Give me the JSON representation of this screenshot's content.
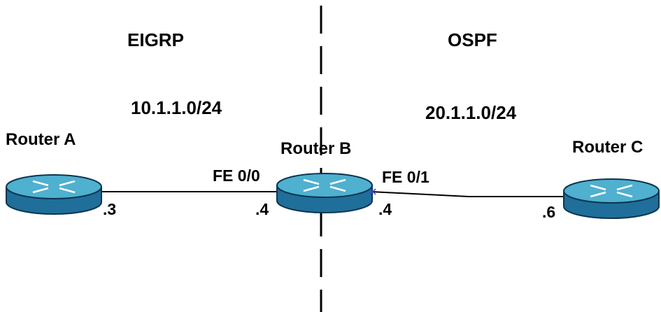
{
  "protocols": {
    "left": "EIGRP",
    "right": "OSPF"
  },
  "subnets": {
    "left": "10.1.1.0/24",
    "right": "20.1.1.0/24"
  },
  "routers": {
    "a": {
      "name": "Router A",
      "ip_suffix": ".3"
    },
    "b": {
      "name": "Router B",
      "left_interface": "FE 0/0",
      "left_ip_suffix": ".4",
      "right_interface": "FE 0/1",
      "right_ip_suffix": ".4"
    },
    "c": {
      "name": "Router C",
      "ip_suffix": ".6"
    }
  },
  "colors": {
    "router_top": "#4fb0cf",
    "router_side": "#1f6f9a",
    "router_edge": "#0b3550",
    "arrows": "#ffffff",
    "link": "#000000",
    "divider": "#000000"
  }
}
